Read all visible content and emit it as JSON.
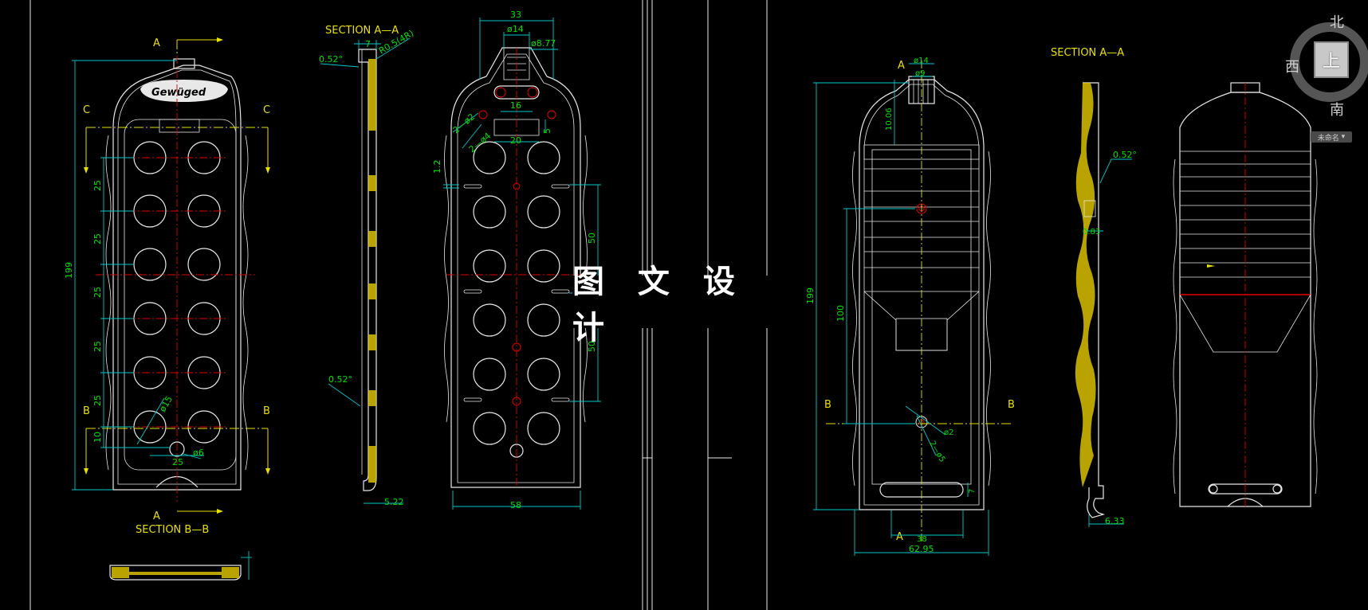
{
  "drawing": {
    "left_sheet": {
      "front_view": {
        "section_marks": [
          "A",
          "A",
          "C",
          "C",
          "B",
          "B"
        ],
        "brand_text": "Gewüged",
        "dims": [
          "199",
          "25",
          "25",
          "25",
          "25",
          "25",
          "10",
          "ø15",
          "ø6",
          "25"
        ],
        "section_label": "SECTION B—B"
      },
      "section_aa": {
        "title": "SECTION A—A",
        "dims": [
          "7",
          "0.52°",
          "R0.5(4R)",
          "0.52°",
          "5.22"
        ]
      },
      "back_view": {
        "dims": [
          "33",
          "ø14",
          "ø8.77",
          "16",
          "20",
          "2—ø2",
          "2—ø4",
          "1.2",
          "5",
          "50",
          "50",
          "58"
        ]
      }
    },
    "right_sheet": {
      "front_view": {
        "section_marks": [
          "A",
          "A",
          "B",
          "B"
        ],
        "dims": [
          "ø14",
          "ø9",
          "10.06",
          "199",
          "100",
          "ø2",
          "2—ø5",
          "7",
          "38",
          "62.95"
        ]
      },
      "section_aa": {
        "title": "SECTION A—A",
        "dims": [
          "0.52°",
          "0.83",
          "6.33"
        ]
      }
    },
    "watermark": "图 文 设 计"
  },
  "viewcube": {
    "north": "北",
    "south": "南",
    "west": "西",
    "top": "上",
    "wcs_label": "未命名"
  }
}
